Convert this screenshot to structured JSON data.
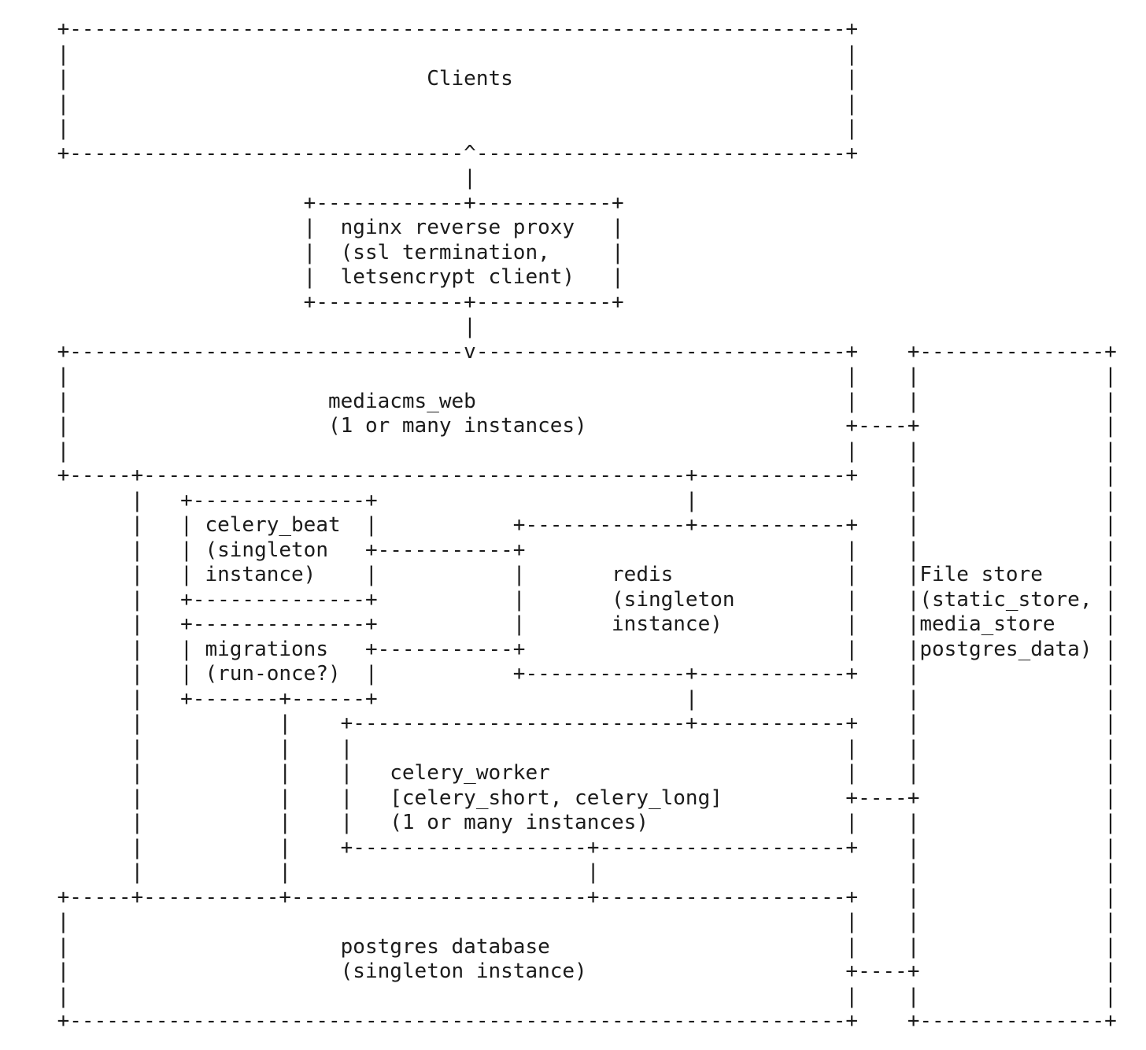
{
  "colors": {
    "background": "#ffffff",
    "text": "#1b1b1b"
  },
  "diagram": {
    "nodes": [
      {
        "id": "clients",
        "label": "Clients"
      },
      {
        "id": "nginx",
        "label": "nginx reverse proxy",
        "sublabel": "(ssl termination, letsencrypt client)"
      },
      {
        "id": "mediacms_web",
        "label": "mediacms_web",
        "sublabel": "(1 or many instances)"
      },
      {
        "id": "celery_beat",
        "label": "celery_beat",
        "sublabel": "(singleton instance)"
      },
      {
        "id": "redis",
        "label": "redis",
        "sublabel": "(singleton instance)"
      },
      {
        "id": "migrations",
        "label": "migrations",
        "sublabel": "(run-once?)"
      },
      {
        "id": "celery_worker",
        "label": "celery_worker",
        "sublabel": "[celery_short, celery_long] (1 or many instances)"
      },
      {
        "id": "postgres",
        "label": "postgres database",
        "sublabel": "(singleton instance)"
      },
      {
        "id": "file_store",
        "label": "File store",
        "sublabel": "(static_store, media_store postgres_data)"
      }
    ],
    "ascii_lines": [
      "    +---------------------------------------------------------------+",
      "    |                                                               |",
      "    |                             Clients                           |",
      "    |                                                               |",
      "    |                                                               |",
      "    +--------------------------------^------------------------------+",
      "                                     |",
      "                        +------------+-----------+",
      "                        |  nginx reverse proxy   |",
      "                        |  (ssl termination,     |",
      "                        |  letsencrypt client)   |",
      "                        +------------+-----------+",
      "                                     |",
      "    +--------------------------------v------------------------------+    +---------------+",
      "    |                                                               |    |               |",
      "    |                     mediacms_web                              |    |               |",
      "    |                     (1 or many instances)                     +----+               |",
      "    |                                                               |    |               |",
      "    +-----+--------------------------------------------+------------+    |               |",
      "          |   +--------------+                         |                 |               |",
      "          |   | celery_beat  |           +-------------+------------+    |               |",
      "          |   | (singleton   +-----------+                          |    |               |",
      "          |   | instance)    |           |       redis              |    |File store     |",
      "          |   +--------------+           |       (singleton         |    |(static_store, |",
      "          |   +--------------+           |       instance)          |    |media_store    |",
      "          |   | migrations   +-----------+                          |    |postgres_data) |",
      "          |   | (run-once?)  |           +-------------+------------+    |               |",
      "          |   +-------+------+                         |                 |               |",
      "          |           |    +---------------------------+------------+    |               |",
      "          |           |    |                                        |    |               |",
      "          |           |    |   celery_worker                        |    |               |",
      "          |           |    |   [celery_short, celery_long]          +----+               |",
      "          |           |    |   (1 or many instances)                |    |               |",
      "          |           |    +-------------------+--------------------+    |               |",
      "          |           |                        |                         |               |",
      "    +-----+-----------+------------------------+--------------------+    |               |",
      "    |                                                               |    |               |",
      "    |                      postgres database                        |    |               |",
      "    |                      (singleton instance)                     +----+               |",
      "    |                                                               |    |               |",
      "    +---------------------------------------------------------------+    +---------------+"
    ]
  }
}
